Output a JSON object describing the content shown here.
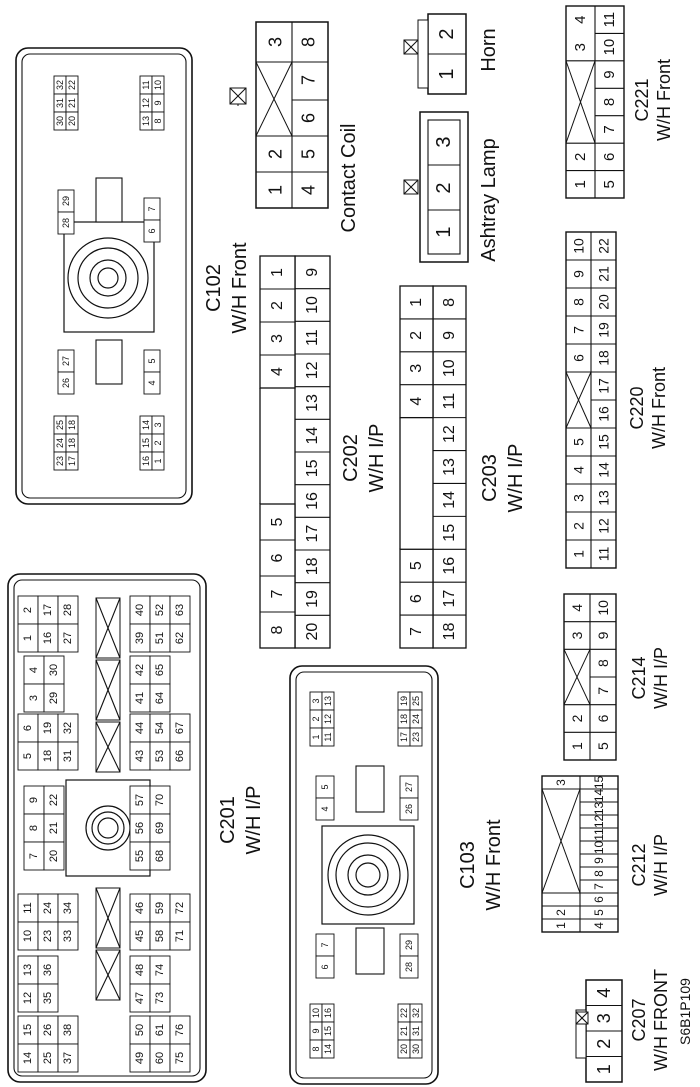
{
  "figure_id": "S6B1P109",
  "connectors": {
    "contact_coil": {
      "label": "Contact Coil",
      "top": [
        "1",
        "2",
        "",
        "3"
      ],
      "bottom": [
        "4",
        "5",
        "6",
        "7",
        "8"
      ]
    },
    "horn": {
      "label": "Horn",
      "pins": [
        "1",
        "2"
      ]
    },
    "ashtray_lamp": {
      "label": "Ashtray Lamp",
      "pins": [
        "1",
        "2",
        "3"
      ]
    },
    "c221": {
      "id": "C221",
      "harness": "W/H Front",
      "top": [
        "1",
        "2",
        "3",
        "4"
      ],
      "bottom": [
        "5",
        "6",
        "7",
        "8",
        "9",
        "10",
        "11"
      ]
    },
    "c220": {
      "id": "C220",
      "harness": "W/H Front",
      "top": [
        "1",
        "2",
        "3",
        "4",
        "5",
        "6",
        "7",
        "8",
        "9",
        "10"
      ],
      "bottom": [
        "11",
        "12",
        "13",
        "14",
        "15",
        "16",
        "17",
        "18",
        "19",
        "20",
        "21",
        "22"
      ]
    },
    "c202": {
      "id": "C202",
      "harness": "W/H I/P",
      "top": [
        "1",
        "2",
        "3",
        "4",
        "5",
        "6",
        "7",
        "8"
      ],
      "bottom": [
        "9",
        "10",
        "11",
        "12",
        "13",
        "14",
        "15",
        "16",
        "17",
        "18",
        "19",
        "20"
      ]
    },
    "c203": {
      "id": "C203",
      "harness": "W/H I/P",
      "top": [
        "1",
        "2",
        "3",
        "4",
        "5",
        "6",
        "7"
      ],
      "bottom": [
        "8",
        "9",
        "10",
        "11",
        "12",
        "13",
        "14",
        "15",
        "16",
        "17",
        "18"
      ]
    },
    "c102": {
      "id": "C102",
      "harness": "W/H Front",
      "pins": [
        "1",
        "2",
        "3",
        "4",
        "5",
        "6",
        "7",
        "8",
        "9",
        "10",
        "11",
        "12",
        "13",
        "14",
        "15",
        "16",
        "17",
        "18",
        "20",
        "21",
        "22",
        "23",
        "24",
        "25",
        "26",
        "27",
        "28",
        "29",
        "30",
        "31",
        "32"
      ]
    },
    "c214": {
      "id": "C214",
      "harness": "W/H I/P",
      "top": [
        "1",
        "2",
        "3",
        "4"
      ],
      "bottom": [
        "5",
        "6",
        "7",
        "8",
        "9",
        "10"
      ]
    },
    "c212": {
      "id": "C212",
      "harness": "W/H I/P",
      "top": [
        "1",
        "2",
        "3"
      ],
      "bottom": [
        "4",
        "5",
        "6",
        "7",
        "8",
        "9",
        "10",
        "11",
        "12",
        "13",
        "14",
        "15"
      ]
    },
    "c207": {
      "id": "C207",
      "harness": "W/H FRONT",
      "pins": [
        "1",
        "2",
        "3",
        "4"
      ]
    },
    "c103": {
      "id": "C103",
      "harness": "W/H Front",
      "pins": [
        "1",
        "2",
        "3",
        "4",
        "5",
        "6",
        "7",
        "8",
        "9",
        "10",
        "11",
        "12",
        "13",
        "14",
        "15",
        "16",
        "17",
        "18",
        "19",
        "20",
        "21",
        "22",
        "23",
        "24",
        "25",
        "26",
        "27",
        "28",
        "29",
        "30",
        "31",
        "32"
      ]
    },
    "c201": {
      "id": "C201",
      "harness": "W/H I/P",
      "pins": [
        "1",
        "2",
        "3",
        "4",
        "5",
        "6",
        "7",
        "8",
        "9",
        "10",
        "11",
        "12",
        "13",
        "14",
        "15",
        "16",
        "17",
        "18",
        "19",
        "20",
        "21",
        "22",
        "23",
        "24",
        "25",
        "26",
        "27",
        "28",
        "29",
        "30",
        "31",
        "32",
        "33",
        "34",
        "35",
        "36",
        "37",
        "38",
        "39",
        "40",
        "41",
        "42",
        "43",
        "44",
        "45",
        "46",
        "47",
        "48",
        "49",
        "50",
        "51",
        "52",
        "53",
        "54",
        "55",
        "56",
        "57",
        "58",
        "59",
        "60",
        "61",
        "62",
        "63",
        "64",
        "65",
        "66",
        "67",
        "68",
        "69",
        "70",
        "71",
        "72",
        "73",
        "74",
        "75",
        "76"
      ]
    }
  }
}
